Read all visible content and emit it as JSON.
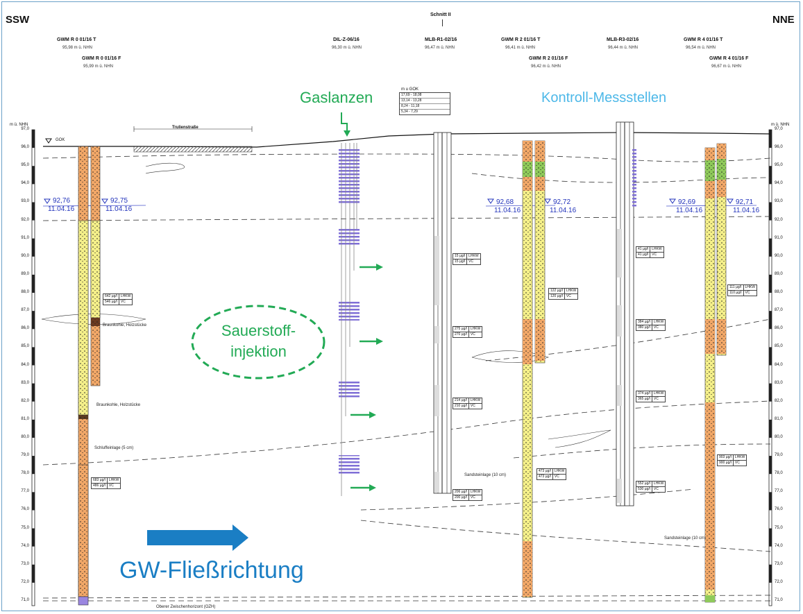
{
  "header": {
    "left_dir": "SSW",
    "right_dir": "NNE",
    "schnitt": "Schnitt II"
  },
  "wells": [
    {
      "name": "GWM R 0 01/16 T",
      "elev": "95,98 m ü. NHN"
    },
    {
      "name": "GWM R 0 01/16 F",
      "elev": "95,99 m ü. NHN"
    },
    {
      "name": "DIL-Z-06/16",
      "elev": "96,30 m ü. NHN"
    },
    {
      "name": "MLB-R1-02/16",
      "elev": "96,47 m ü. NHN"
    },
    {
      "name": "GWM R 2 01/16 T",
      "elev": "96,41 m ü. NHN"
    },
    {
      "name": "GWM R 2 01/16 F",
      "elev": "96,42 m ü. NHN"
    },
    {
      "name": "MLB-R3-02/16",
      "elev": "96,44 m ü. NHN"
    },
    {
      "name": "GWM R 4 01/16 T",
      "elev": "96,54 m ü. NHN"
    },
    {
      "name": "GWM R 4 01/16 F",
      "elev": "96,67 m ü. NHN"
    }
  ],
  "labels": {
    "gaslanzen": "Gaslanzen",
    "kontroll": "Kontroll-Messstellen",
    "sauerstoff_1": "Sauerstoff-",
    "sauerstoff_2": "injektion",
    "gw": "GW-Fließrichtung",
    "gok": "GOK",
    "trasse": "Trulienstraße",
    "axis_unit": "m ü. NHN",
    "ozh": "Oberer Zwischenhorizont (OZH)",
    "braunkohle_holz_1": "Braunkohle, Holzstücke",
    "braunkohle_holz_2": "Braunkohle, Holzstücke",
    "schluff": "Schluffeinlage (5 cm)",
    "sandstein_1": "Sandsteinlage (10 cm)",
    "sandstein_2": "Sandsteinlage (10 cm)"
  },
  "water_levels": [
    {
      "val": "92,76",
      "date": "11.04.16"
    },
    {
      "val": "92,75",
      "date": "11.04.16"
    },
    {
      "val": "92,68",
      "date": "11.04.16"
    },
    {
      "val": "92,72",
      "date": "11.04.16"
    },
    {
      "val": "92,69",
      "date": "11.04.16"
    },
    {
      "val": "92,71",
      "date": "11.04.16"
    }
  ],
  "axis_ticks": [
    "97,0",
    "96,0",
    "95,0",
    "94,0",
    "93,0",
    "92,0",
    "91,0",
    "90,0",
    "89,0",
    "88,0",
    "87,0",
    "86,0",
    "85,0",
    "84,0",
    "83,0",
    "82,0",
    "81,0",
    "80,0",
    "79,0",
    "78,0",
    "77,0",
    "76,0",
    "75,0",
    "74,0",
    "73,0",
    "72,0",
    "71,0"
  ],
  "mlb_depth_table": {
    "header": "m u GOK",
    "rows": [
      "17,69 - 18,08",
      "13,14 - 13,28",
      "8,24 - 11,18",
      "5,34 - 7,29"
    ]
  },
  "concentrations": [
    {
      "v1": "642 µg/l",
      "l1": "LHKW",
      "v2": "546 µg/l",
      "l2": "VC"
    },
    {
      "v1": "683 µg/l",
      "l1": "LHKW",
      "v2": "486 µg/l",
      "l2": "VC"
    },
    {
      "v1": "15 µg/l",
      "l1": "LHKW",
      "v2": "15 µg/l",
      "l2": "VC"
    },
    {
      "v1": "275 µg/l",
      "l1": "LHKW",
      "v2": "270 µg/l",
      "l2": "VC"
    },
    {
      "v1": "214 µg/l",
      "l1": "LHKW",
      "v2": "210 µg/l",
      "l2": "VC"
    },
    {
      "v1": "206 µg/l",
      "l1": "LHKW",
      "v2": "200 µg/l",
      "l2": "VC"
    },
    {
      "v1": "122 µg/l",
      "l1": "LHKW",
      "v2": "120 µg/l",
      "l2": "VC"
    },
    {
      "v1": "473 µg/l",
      "l1": "LHKW",
      "v2": "473 µg/l",
      "l2": "VC"
    },
    {
      "v1": "41 µg/l",
      "l1": "LHKW",
      "v2": "41 µg/l",
      "l2": "VC"
    },
    {
      "v1": "384 µg/l",
      "l1": "LHKW",
      "v2": "380 µg/l",
      "l2": "VC"
    },
    {
      "v1": "374 µg/l",
      "l1": "LHKW",
      "v2": "365 µg/l",
      "l2": "VC"
    },
    {
      "v1": "552 µg/l",
      "l1": "LHKW",
      "v2": "530 µg/l",
      "l2": "VC"
    },
    {
      "v1": "111 µg/l",
      "l1": "LHKW",
      "v2": "110 µg/l",
      "l2": "VC"
    },
    {
      "v1": "903 µg/l",
      "l1": "LHKW",
      "v2": "900 µg/l",
      "l2": "VC"
    }
  ],
  "colors": {
    "green": "#22aa55",
    "blue_label": "#4db8e8",
    "gw_arrow": "#1a7ec4",
    "gas_lance": "#7f6fd6",
    "sand_orange": "#f2a868",
    "sand_yellow": "#f5f08a",
    "sand_green": "#8fca5a",
    "water": "#2233bb"
  }
}
